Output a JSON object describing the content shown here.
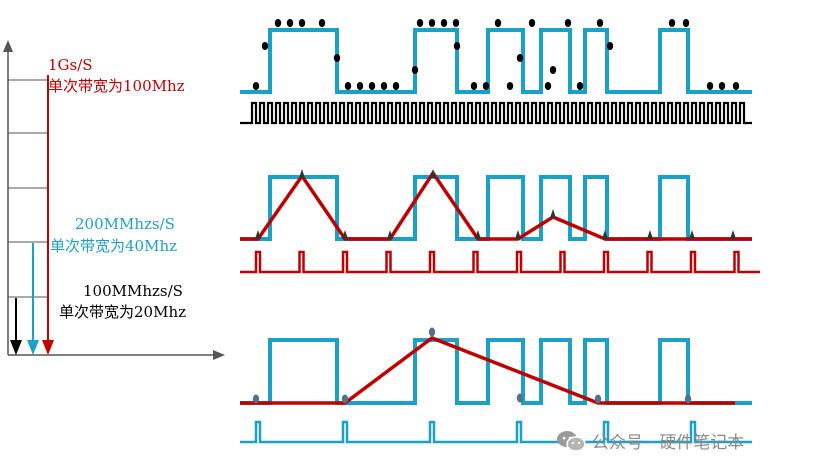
{
  "colors": {
    "signal": "#1ba0c8",
    "sample": "#c00000",
    "clock": "#000000",
    "dot": "#000000",
    "axis": "#555555"
  },
  "labels": {
    "rate_1g": "1Gs/S",
    "bw_1g": "单次带宽为100Mhz",
    "rate_200m": "200MMhzs/S",
    "bw_200m": "单次带宽为40Mhz",
    "rate_100m": "100MMhzs/S",
    "bw_100m": "单次带宽为20Mhz"
  },
  "watermark": {
    "text": "公众号 · 硬件笔记本",
    "icon": "wechat-icon"
  }
}
